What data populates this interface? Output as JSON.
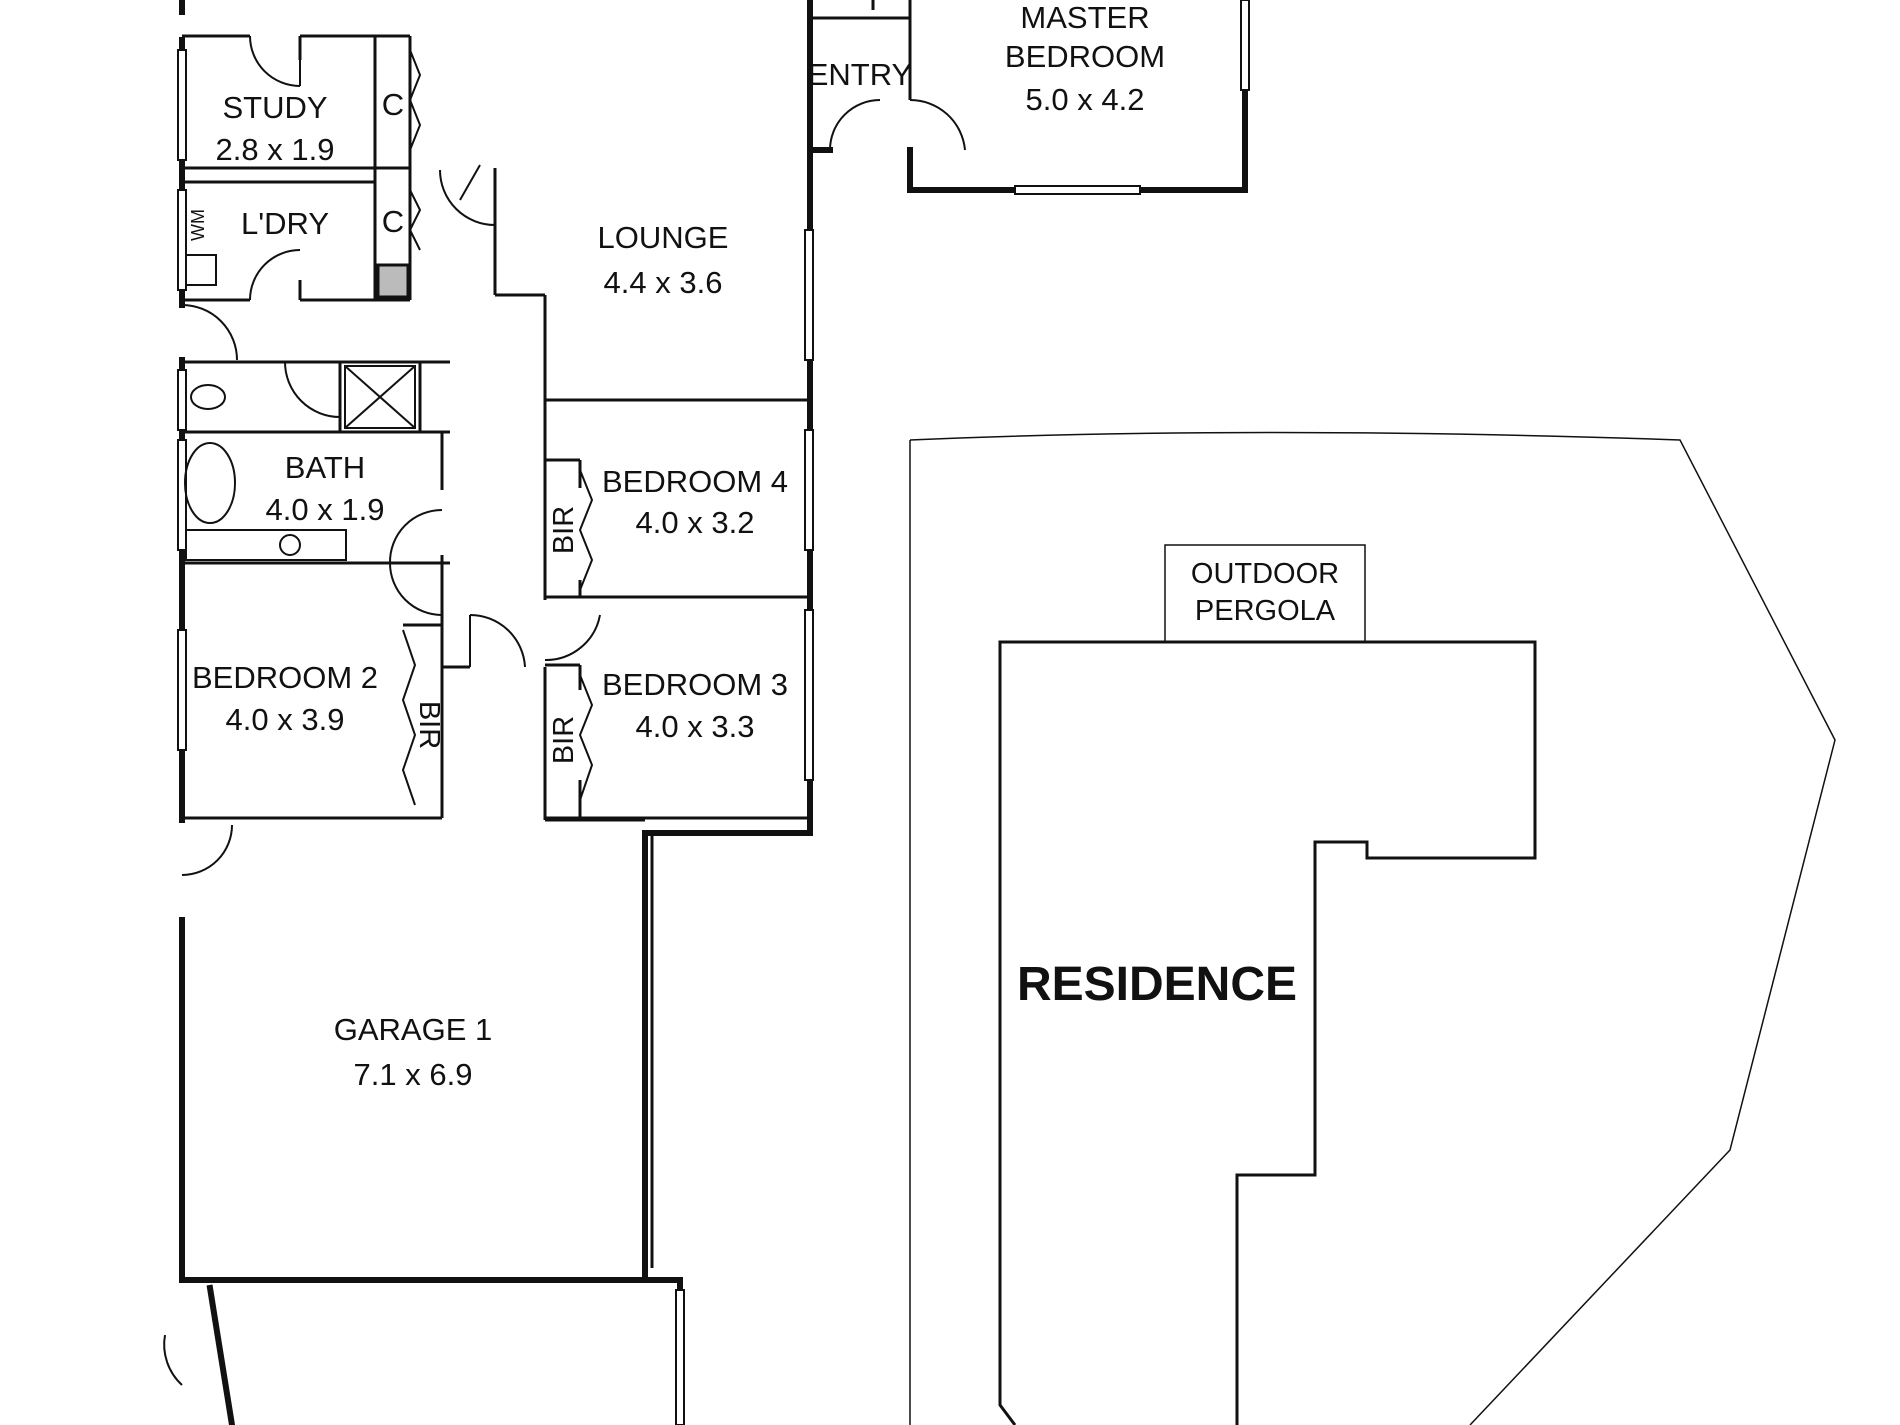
{
  "rooms": {
    "master": {
      "name_line1": "MASTER",
      "name_line2": "BEDROOM",
      "dims": "5.0 x 4.2"
    },
    "entry": {
      "name": "ENTRY"
    },
    "study": {
      "name": "STUDY",
      "dims": "2.8 x 1.9"
    },
    "laundry": {
      "name": "L'DRY",
      "wm": "WM"
    },
    "lounge": {
      "name": "LOUNGE",
      "dims": "4.4 x 3.6"
    },
    "bath": {
      "name": "BATH",
      "dims": "4.0 x 1.9"
    },
    "bedroom4": {
      "name": "BEDROOM 4",
      "dims": "4.0 x 3.2",
      "bir": "BIR"
    },
    "bedroom2": {
      "name": "BEDROOM 2",
      "dims": "4.0 x 3.9",
      "bir": "BIR"
    },
    "bedroom3": {
      "name": "BEDROOM 3",
      "dims": "4.0 x 3.3",
      "bir": "BIR"
    },
    "garage": {
      "name": "GARAGE 1",
      "dims": "7.1 x 6.9"
    }
  },
  "cupboards": {
    "study": "C",
    "laundry": "C"
  },
  "outdoor": {
    "pergola_line1": "OUTDOOR",
    "pergola_line2": "PERGOLA",
    "residence": "RESIDENCE"
  }
}
